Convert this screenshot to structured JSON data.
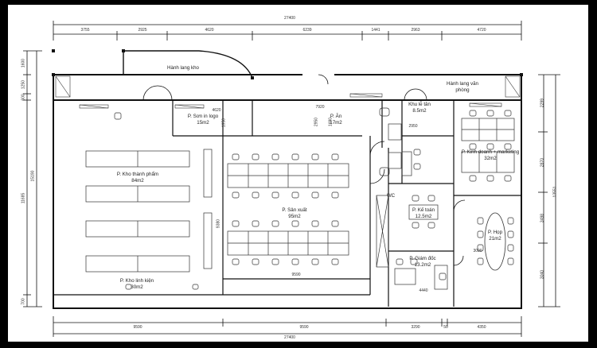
{
  "plan": {
    "total_top": "27400",
    "total_bottom": "27400",
    "top_dims": [
      "3755",
      "2925",
      "4620",
      "6239",
      "1441",
      "2963",
      "4720"
    ],
    "bottom_dims": [
      "9590",
      "9590",
      "3290",
      "50",
      "4350"
    ],
    "left_dims": [
      "1600",
      "1250",
      "600",
      "11685",
      "700"
    ],
    "left_total": "15190",
    "right_dims": [
      "2299",
      "2870",
      "3498",
      "3040"
    ],
    "right_total": "13551",
    "inner_dims": [
      "4620",
      "7920",
      "2950",
      "1950",
      "9380",
      "9590",
      "4440",
      "2950",
      "3090",
      "1690"
    ]
  },
  "rooms": {
    "hanh_lang_kho": [
      "Hành lang kho"
    ],
    "hanh_lang_van_phong": [
      "Hành lang văn",
      "phòng"
    ],
    "son_in_logo": [
      "P. Sơn in logo",
      "15m2"
    ],
    "an": [
      "P. Ăn",
      "17m2"
    ],
    "khu_le_tan": [
      "Khu lễ tân",
      "8.5m2"
    ],
    "kinh_doanh": [
      "P. Kinh doanh + marketing",
      "32m2"
    ],
    "kho_thanh_pham": [
      "P. Kho thành phẩm",
      "84m2"
    ],
    "san_xuat": [
      "P. Sản xuất",
      "95m2"
    ],
    "ke_toan": [
      "P. Kế toán",
      "12.5m2"
    ],
    "hop": [
      "P. Họp",
      "21m2"
    ],
    "giam_doc": [
      "P. Giám đốc",
      "13.2m2"
    ],
    "kho_linh_kien": [
      "P. Kho linh kiện",
      "30m2"
    ],
    "wc": "WC"
  }
}
